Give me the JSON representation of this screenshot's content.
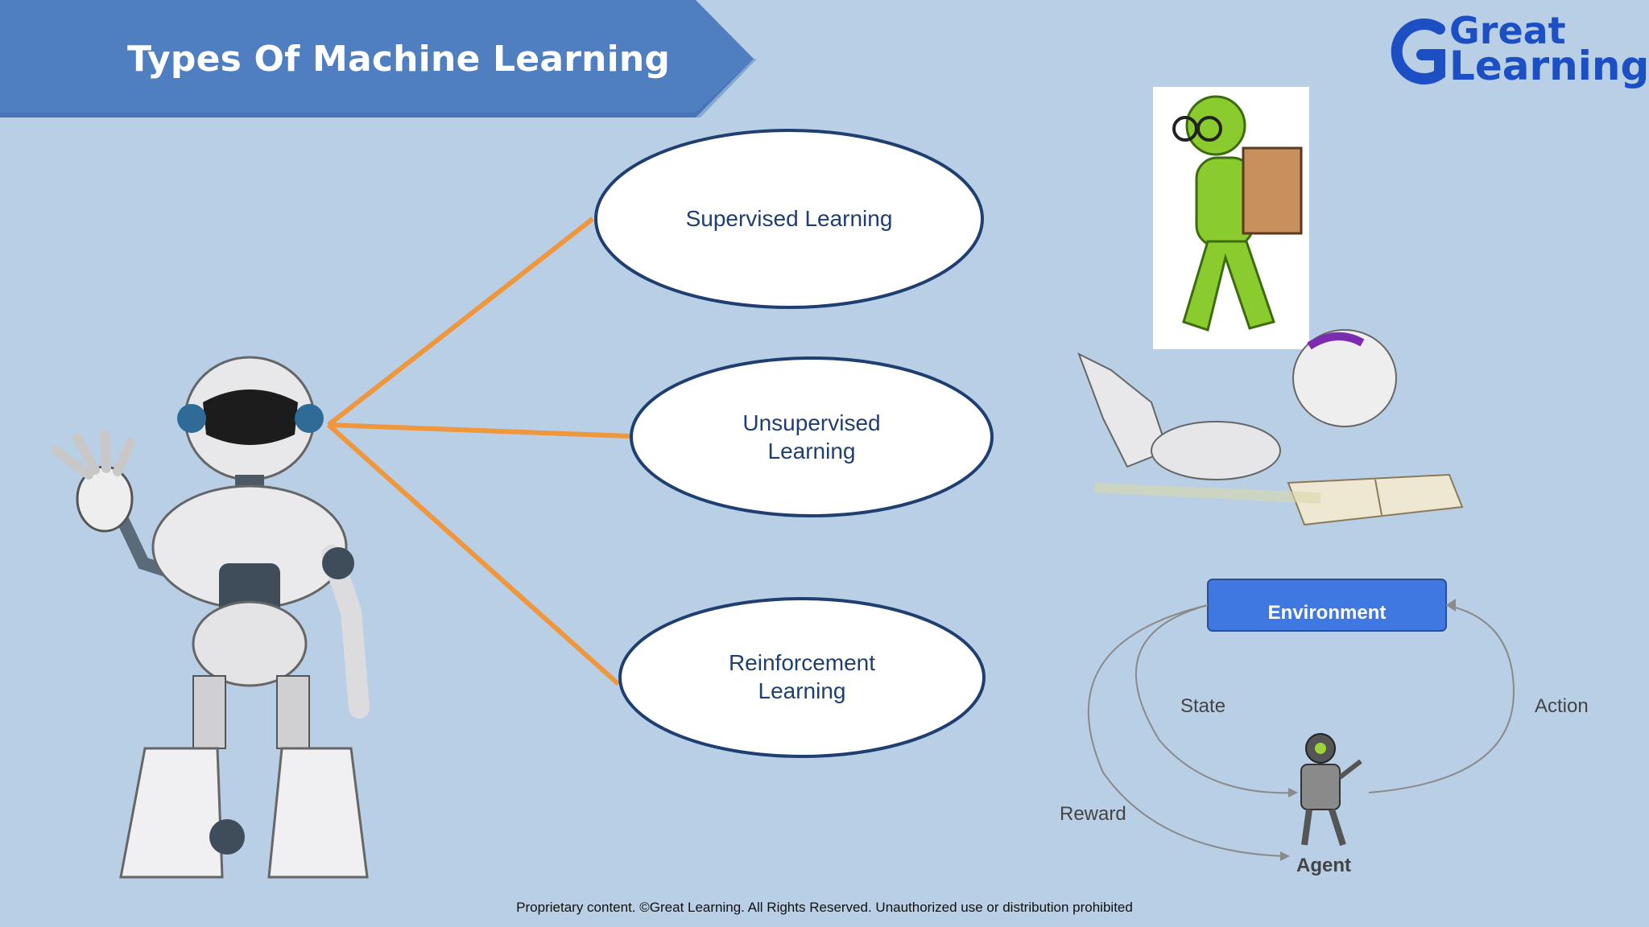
{
  "slide": {
    "title": "Types Of Machine Learning",
    "logo": {
      "line1": "Great",
      "line2": "Learning"
    },
    "footer": "Proprietary content. ©Great Learning. All Rights Reserved. Unauthorized use or distribution prohibited"
  },
  "types": [
    {
      "line1": "Supervised Learning",
      "line2": ""
    },
    {
      "line1": "Unsupervised",
      "line2": "Learning"
    },
    {
      "line1": "Reinforcement",
      "line2": "Learning"
    }
  ],
  "rl_diagram": {
    "environment": "Environment",
    "state": "State",
    "action": "Action",
    "reward": "Reward",
    "agent": "Agent"
  },
  "colors": {
    "background": "#b8cfe6",
    "banner": "#4f7fc0",
    "connector": "#f0963c",
    "ellipse_border": "#1f3f70",
    "environment_box": "#3f78e0",
    "logo": "#1d4fc4"
  }
}
